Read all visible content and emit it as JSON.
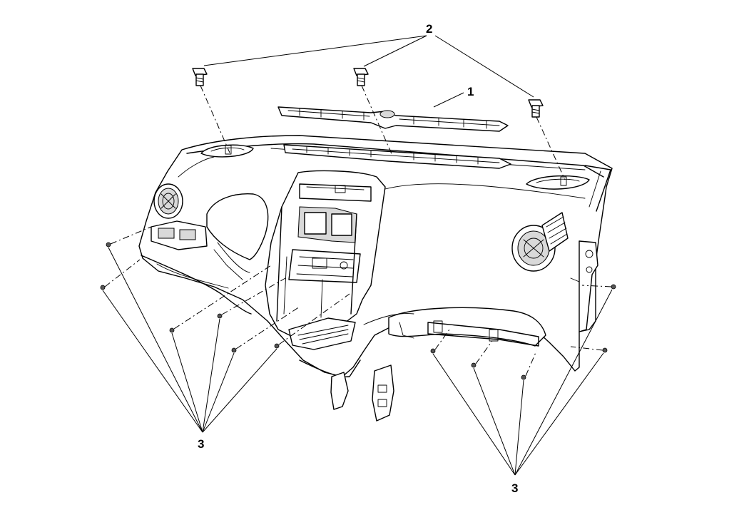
{
  "callouts": {
    "c1": "1",
    "c2": "2",
    "c3_left": "3",
    "c3_right": "3"
  }
}
